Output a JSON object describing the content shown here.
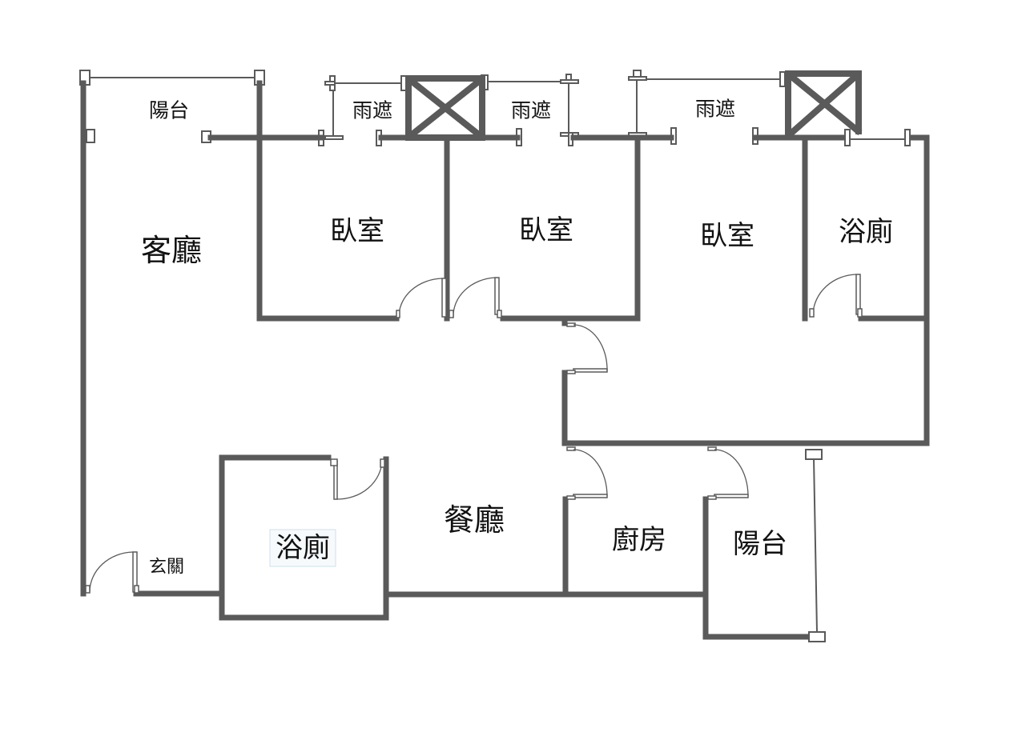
{
  "plan": {
    "wall_color": "#5a5a5a",
    "rooms": {
      "living_room": "客廳",
      "balcony_top": "陽台",
      "awning_1": "雨遮",
      "awning_2": "雨遮",
      "awning_3": "雨遮",
      "bedroom_1": "臥室",
      "bedroom_2": "臥室",
      "bedroom_3": "臥室",
      "bathroom_top": "浴廁",
      "bathroom_bottom": "浴廁",
      "dining_room": "餐廳",
      "kitchen": "廚房",
      "balcony_bottom": "陽台",
      "entrance": "玄關"
    }
  }
}
